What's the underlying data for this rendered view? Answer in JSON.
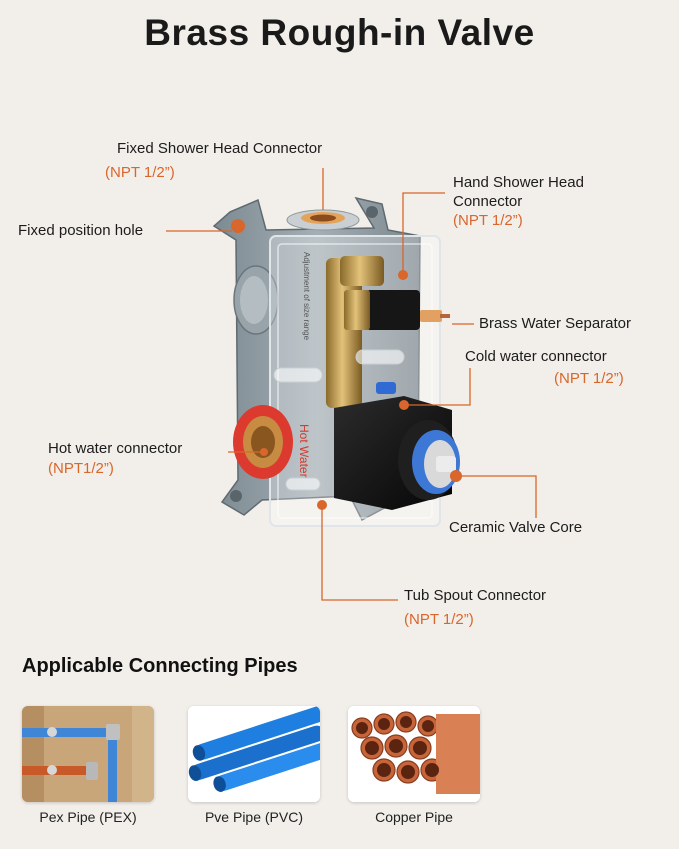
{
  "title": "Brass Rough-in Valve",
  "callouts": {
    "fixed_shower": {
      "label": "Fixed Shower Head Connector",
      "spec": "(NPT 1/2”)"
    },
    "hand_shower": {
      "label_line1": "Hand Shower Head",
      "label_line2": "Connector",
      "spec": "(NPT 1/2”)"
    },
    "fixed_hole": {
      "label": "Fixed position hole"
    },
    "brass_separator": {
      "label": "Brass Water Separator"
    },
    "cold_water": {
      "label": "Cold water connector",
      "spec": "(NPT 1/2”)"
    },
    "hot_water": {
      "label": "Hot water connector",
      "spec": "(NPT1/2”)"
    },
    "ceramic_core": {
      "label": "Ceramic Valve Core"
    },
    "tub_spout": {
      "label": "Tub Spout Connector",
      "spec": "(NPT 1/2”)"
    }
  },
  "body_print": {
    "hot_water": "Hot Water",
    "adjustment": "Adjustment of size range"
  },
  "pipes_section": {
    "title": "Applicable Connecting Pipes",
    "pipes": [
      {
        "label": "Pex Pipe (PEX)"
      },
      {
        "label": "Pve Pipe (PVC)"
      },
      {
        "label": "Copper Pipe"
      }
    ]
  },
  "colors": {
    "accent": "#d9662b",
    "background": "#f2efea",
    "pex_blue": "#3f86d6",
    "pvc_blue": "#1f7fe0",
    "copper": "#c7643a"
  }
}
